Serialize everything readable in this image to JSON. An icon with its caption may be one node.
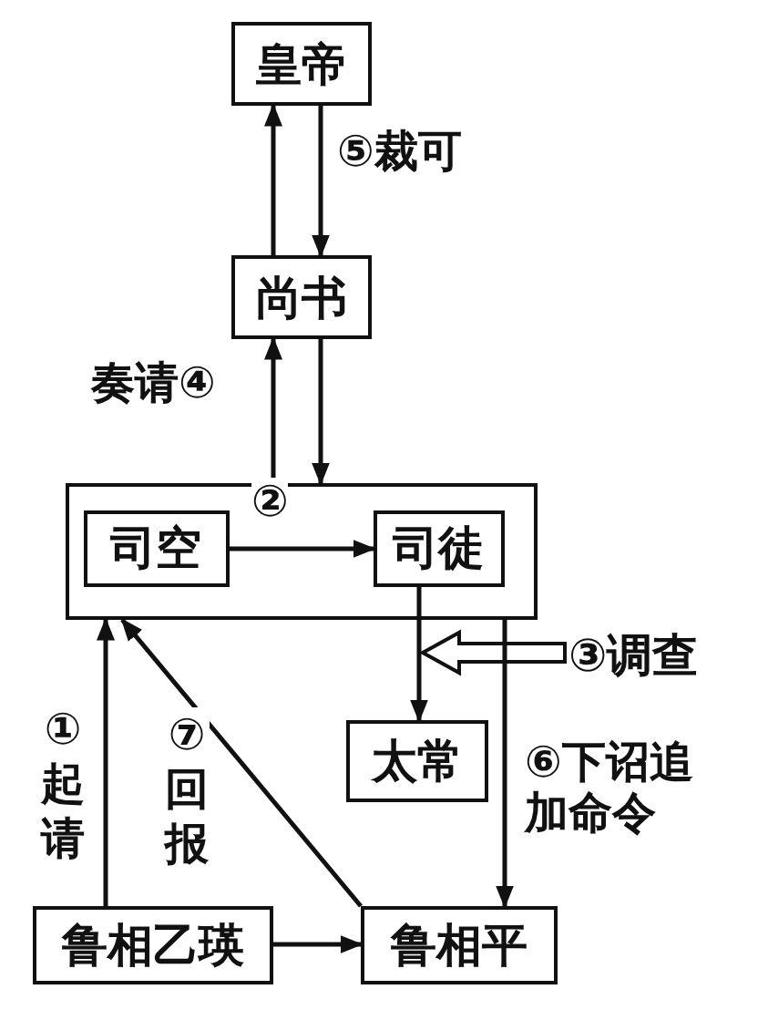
{
  "diagram": {
    "nodes": [
      {
        "text": [
          "皇帝"
        ]
      },
      {
        "text": [
          "尚书"
        ]
      },
      {
        "text": [],
        "shape": "box"
      },
      {
        "text": [
          "司空"
        ],
        "in": 2
      },
      {
        "text": [
          "司徒"
        ],
        "in": 2
      },
      {
        "text": [
          "太常"
        ]
      },
      {
        "text": [
          "鲁相乙瑛"
        ]
      },
      {
        "text": [
          "鲁相平"
        ]
      },
      {
        "text": [
          "③调查"
        ]
      }
    ],
    "edges": [
      {
        "from": 1,
        "to": 0,
        "arrow": "to"
      },
      {
        "from": 0,
        "to": 1,
        "arrow": "to",
        "label": "⑤裁可"
      },
      {
        "from": 2,
        "to": 1,
        "arrow": "to",
        "label": "奏请④"
      },
      {
        "from": 1,
        "to": 2,
        "arrow": "to"
      },
      {
        "from": 3,
        "to": 4,
        "arrow": "to",
        "label": "②"
      },
      {
        "from": 4,
        "to": 5,
        "arrow": "to"
      },
      {
        "from": 8,
        "to": null,
        "arrow": "to",
        "style": "thick"
      },
      {
        "from": 6,
        "to": 2,
        "arrow": "to",
        "label": "①起请"
      },
      {
        "from": 7,
        "to": 2,
        "arrow": "to",
        "label": "⑦回报"
      },
      {
        "from": 2,
        "to": 7,
        "arrow": "to",
        "label": "⑥下诏追加命令"
      },
      {
        "from": 6,
        "to": 7,
        "arrow": "to"
      }
    ]
  }
}
